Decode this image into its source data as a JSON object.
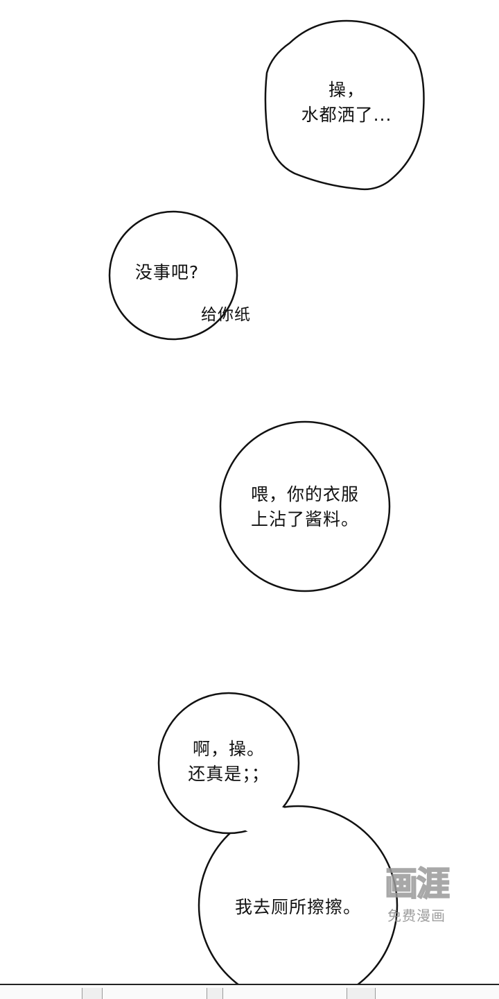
{
  "bubbles": [
    {
      "lines": [
        "操，",
        "水都洒了..."
      ]
    },
    {
      "lines": [
        "没事吧?"
      ]
    },
    {
      "lines": [
        "喂，你的衣服",
        "上沾了酱料。"
      ]
    },
    {
      "lines": [
        "啊，操。",
        "还真是；；"
      ]
    },
    {
      "lines": [
        "我去厕所擦擦。"
      ]
    }
  ],
  "side_text": "给你纸",
  "watermark": {
    "logo": "画涯",
    "tagline": "免费漫画"
  }
}
